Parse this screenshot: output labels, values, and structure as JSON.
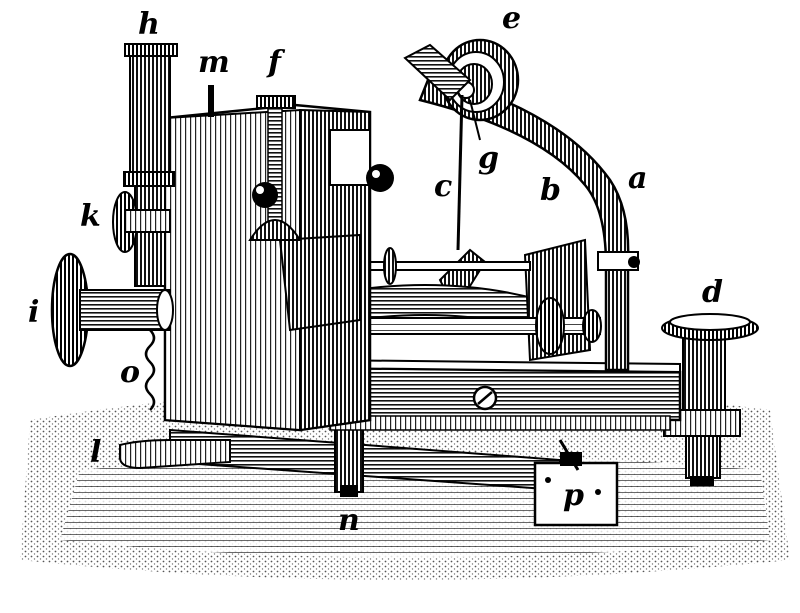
{
  "labels": {
    "h": "h",
    "m": "m",
    "f": "f",
    "e": "e",
    "g": "g",
    "c": "c",
    "b": "b",
    "a": "a",
    "k": "k",
    "d": "d",
    "i": "i",
    "o": "o",
    "l": "l",
    "n": "n",
    "p": "p"
  }
}
